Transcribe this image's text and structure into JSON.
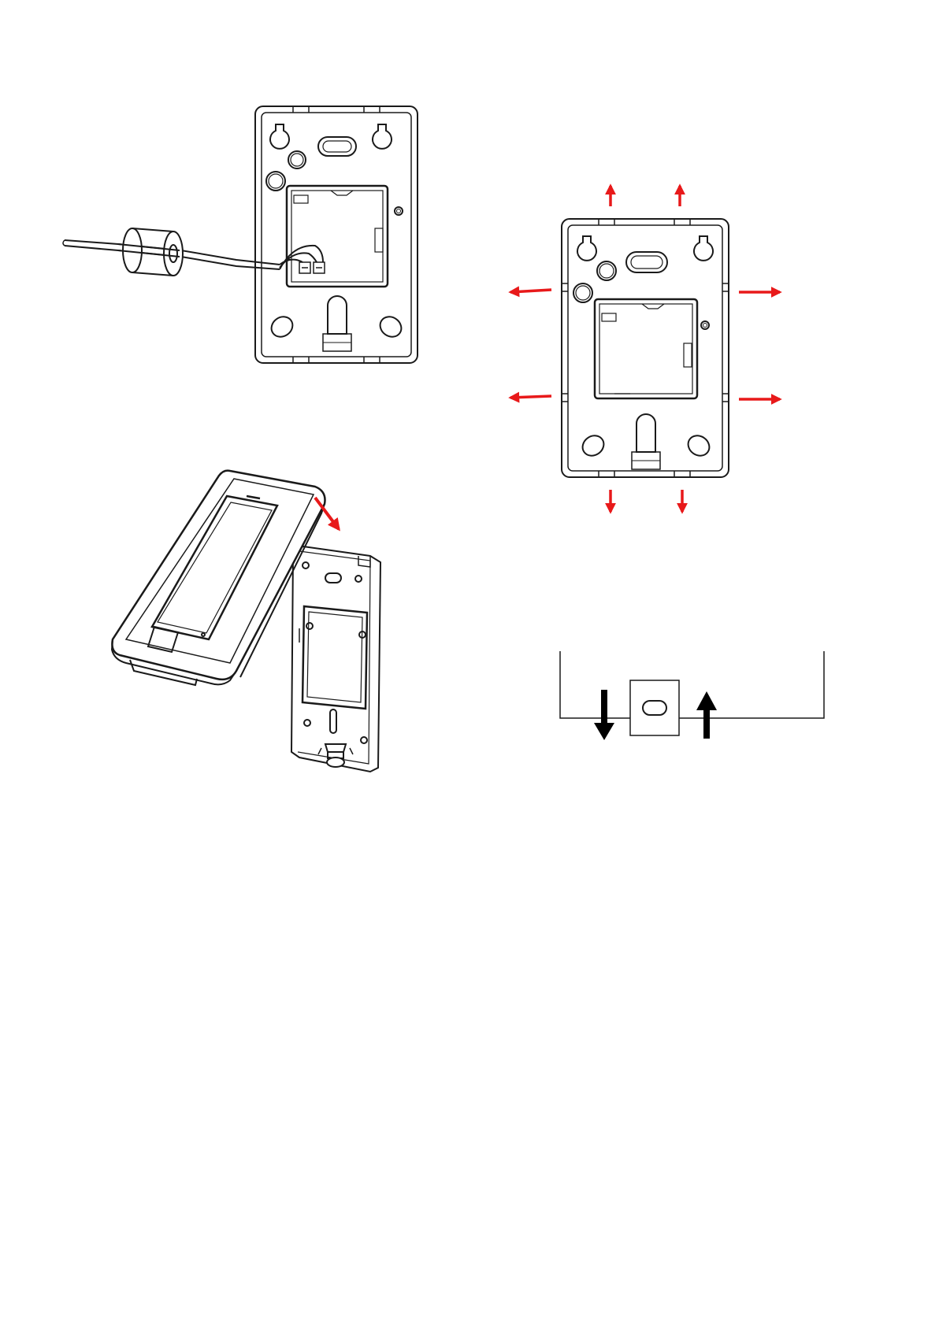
{
  "colors": {
    "line": "#1a1a1a",
    "light_line": "#555555",
    "arrow_red": "#e8191a",
    "arrow_black": "#000000",
    "background": "#ffffff"
  },
  "figures": {
    "wiring": {
      "parts": [
        "cable",
        "ferrite-core",
        "back-plate",
        "terminal-block"
      ]
    },
    "mounting": {
      "parts": [
        "device",
        "mounting-plate",
        "screw"
      ],
      "arrow": "red-diagonal-arrow"
    },
    "expansion": {
      "parts": [
        "back-plate"
      ],
      "arrows": [
        "up",
        "up",
        "left",
        "left",
        "right",
        "right",
        "down",
        "down"
      ]
    },
    "slot_detail": {
      "parts": [
        "slot-plate",
        "down-arrow",
        "up-arrow"
      ]
    }
  }
}
